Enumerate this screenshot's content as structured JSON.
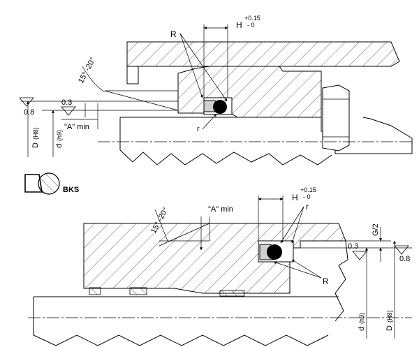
{
  "upper": {
    "label_R": "R",
    "label_H": "H",
    "tol_plus": "+0.15",
    "tol_minus": "- 0",
    "angle": "15° -20°",
    "roughness_value": "0.8",
    "roughness_small": "0.3",
    "a_min": "\"A\" min",
    "label_r": "r",
    "dim_D": "D",
    "dim_D_fit": "(H8)",
    "dim_d": "d",
    "dim_d_fit": "(h9)"
  },
  "legend": {
    "label": "BKS"
  },
  "lower": {
    "label_R": "R",
    "label_H": "H",
    "tol_plus": "+0.15",
    "tol_minus": "- 0",
    "label_r": "r",
    "angle": "15° -20°",
    "a_min": "\"A\" min",
    "g_half": "G/2",
    "roughness_small": "0.3",
    "roughness_value": "0.8",
    "dim_d": "d",
    "dim_d_fit": "(h9)",
    "dim_D": "D",
    "dim_D_fit": "(H8)"
  }
}
